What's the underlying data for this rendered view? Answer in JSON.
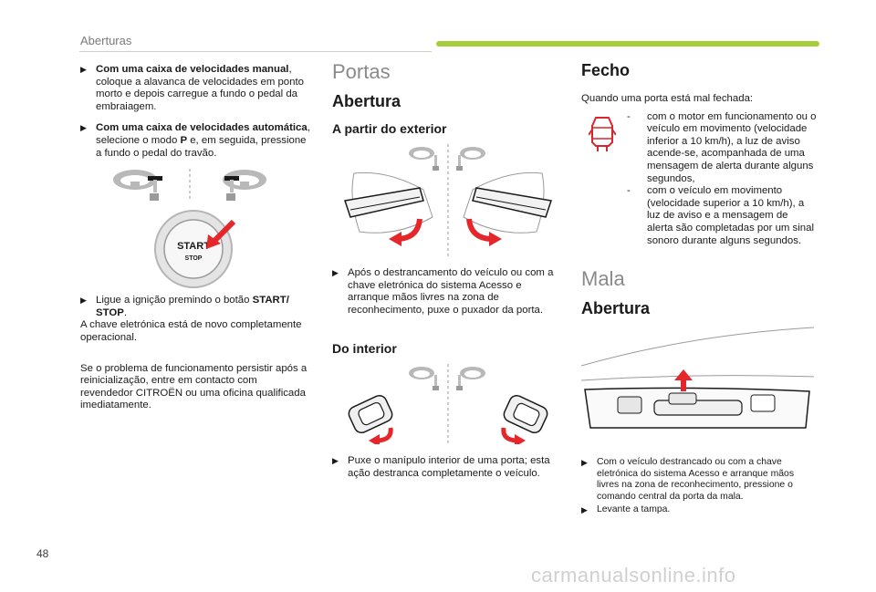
{
  "header": {
    "title": "Aberturas",
    "accent_color": "#a6ce39"
  },
  "page_number": "48",
  "watermark": "carmanualsonline.info",
  "col1": {
    "b1_bold": "Com uma caixa de velocidades manual",
    "b1_rest": ", coloque a alavanca de velocidades em ponto morto e depois carregue a fundo o pedal da embraiagem.",
    "b2_bold": "Com uma caixa de velocidades automática",
    "b2_rest": ", selecione o modo ",
    "b2_mode": "P",
    "b2_rest2": " e, em seguida, pressione a fundo o pedal do travão.",
    "button_line1": "START",
    "button_line2": "STOP",
    "b3_pre": "Ligue a ignição premindo o botão ",
    "b3_bold": "START/ STOP",
    "b3_post": ".",
    "p1": "A chave eletrónica está de novo completamente operacional.",
    "p2": "Se o problema de funcionamento persistir após a reinicialização, entre em contacto com revendedor CITROËN ou uma oficina qualificada imediatamente."
  },
  "col2": {
    "section": "Portas",
    "sub": "Abertura",
    "exterior_title": "A partir do exterior",
    "exterior_bullet": "Após o destrancamento do veículo ou com a chave eletrónica do sistema Acesso e arranque mãos livres na zona de reconhecimento, puxe o puxador da porta.",
    "interior_title": "Do interior",
    "interior_bullet": "Puxe o manípulo interior de uma porta; esta ação destranca completamente o veículo."
  },
  "col3": {
    "section": "Fecho",
    "intro": "Quando uma porta está mal fechada:",
    "dash1": "com o motor em funcionamento ou o veículo em movimento (velocidade inferior a 10 km/h), a luz de aviso acende-se, acompanhada de uma mensagem de alerta durante alguns segundos,",
    "dash2": "com o veículo em movimento (velocidade superior a 10 km/h), a luz de aviso e a mensagem de alerta são completadas por um sinal sonoro durante alguns segundos.",
    "section2": "Mala",
    "sub2": "Abertura",
    "trunk_b1": "Com o veículo destrancado ou com a chave eletrónica do sistema Acesso e arranque mãos livres na zona de reconhecimento, pressione o comando central da porta da mala.",
    "trunk_b2": "Levante a tampa."
  },
  "colors": {
    "red_arrow": "#e5262b",
    "warning_red": "#d9262c",
    "gray_text": "#8a8a8a"
  }
}
